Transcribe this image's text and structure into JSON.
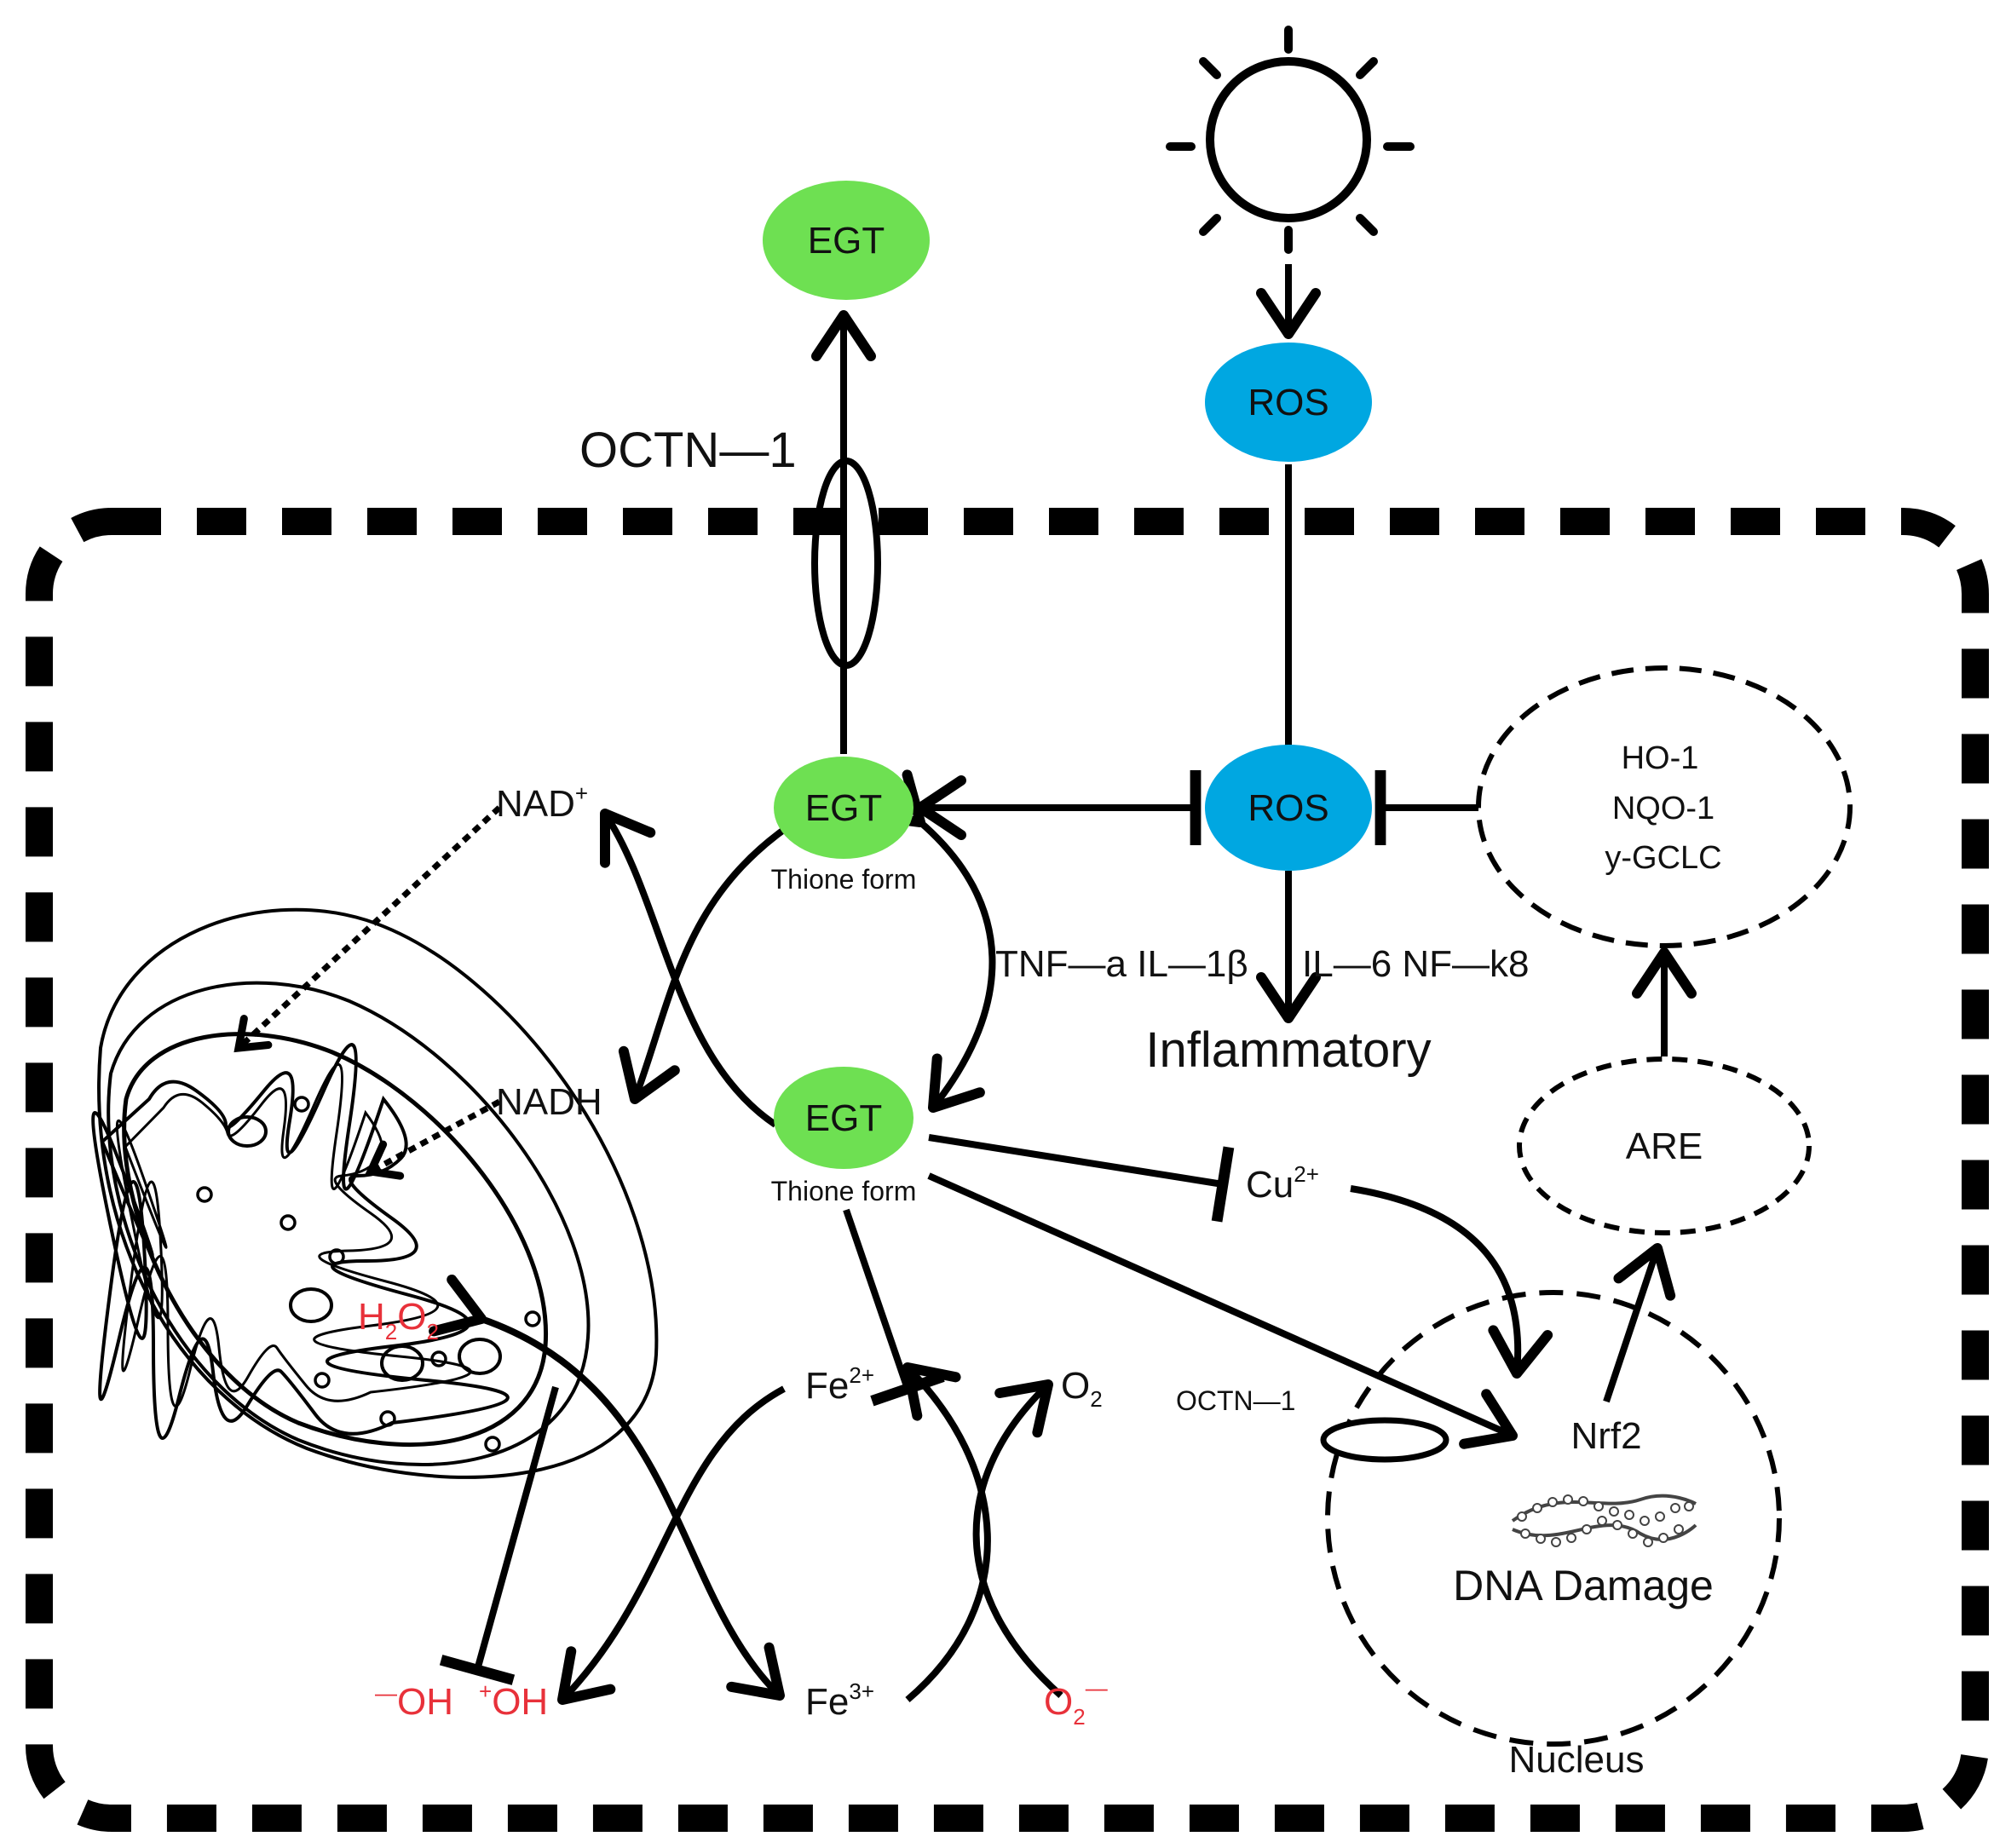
{
  "colors": {
    "egt_node": "#6ee052",
    "ros_node": "#00a7e1",
    "reactive_text": "#e8313a",
    "line": "#000000"
  },
  "icons": {
    "sun": "sun-icon",
    "mitochondrion": "mitochondrion-icon",
    "dna": "dna-helix-icon",
    "transporter": "transporter-channel-icon"
  },
  "nodes": {
    "egt_outside": "EGT",
    "ros_outside": "ROS",
    "egt_upper": "EGT",
    "egt_upper_sub": "Thione form",
    "ros_inside": "ROS",
    "egt_lower": "EGT",
    "egt_lower_sub": "Thione form"
  },
  "labels": {
    "octn1_membrane": "OCTN—1",
    "octn1_nucleus": "OCTN—1",
    "nad": "NAD",
    "nad_sup": "+",
    "nadh": "NADH",
    "cytokines_left": "TNF—a IL—1β",
    "cytokines_right": "IL—6 NF—k8",
    "inflammatory": "Inflammatory",
    "cu": "Cu",
    "cu_sup": "2+",
    "fe2": "Fe",
    "fe2_sup": "2+",
    "fe3": "Fe",
    "fe3_sup": "3+",
    "o2": "O",
    "o2_sub": "2",
    "o2_radical": "O",
    "o2_radical_sub": "2",
    "o2_radical_sup": "—",
    "h2o2_h": "H",
    "h2o2_sub1": "2",
    "h2o2_o": "O",
    "h2o2_sub2": "2",
    "oh_minus_sup": "—",
    "oh_minus": "OH",
    "oh_radical_sup": "+",
    "oh_radical": "OH",
    "nrf2": "Nrf2",
    "dna_damage": "DNA Damage",
    "nucleus": "Nucleus",
    "are": "ARE",
    "ho1": "HO-1",
    "nqo1": "NQO-1",
    "gclc": "y-GCLC"
  }
}
